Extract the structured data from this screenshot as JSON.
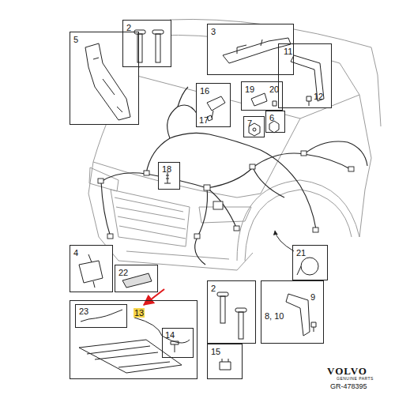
{
  "diagram": {
    "nodes": [
      {
        "text": [
          "5"
        ]
      },
      {
        "text": [
          "2"
        ]
      },
      {
        "text": [
          "3"
        ]
      },
      {
        "text": [
          "11",
          "12"
        ]
      },
      {
        "text": [
          "16",
          "17"
        ]
      },
      {
        "text": [
          "19",
          "20"
        ]
      },
      {
        "text": [
          "7"
        ]
      },
      {
        "text": [
          "6"
        ]
      },
      {
        "text": [
          "18"
        ]
      },
      {
        "text": [
          "4"
        ]
      },
      {
        "text": [
          "22"
        ]
      },
      {
        "text": [
          "21"
        ]
      },
      {
        "text": [
          "13"
        ]
      },
      {
        "text": [
          "23"
        ],
        "in": 12
      },
      {
        "text": [
          "14"
        ],
        "in": 12
      },
      {
        "text": [
          "2"
        ]
      },
      {
        "text": [
          "8, 10",
          "9"
        ]
      },
      {
        "text": [
          "15"
        ]
      }
    ],
    "labels": [
      "VOLVO",
      "GENUINE PARTS",
      "GR-478395"
    ]
  }
}
